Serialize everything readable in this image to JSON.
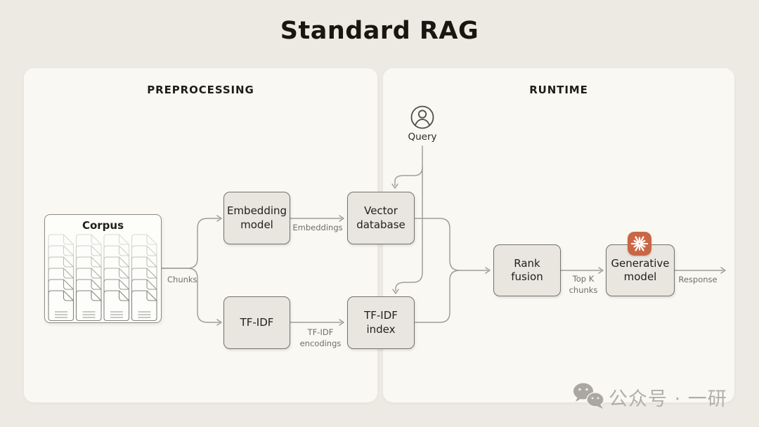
{
  "title": "Standard RAG",
  "panels": {
    "preprocessing": {
      "label": "PREPROCESSING"
    },
    "runtime": {
      "label": "RUNTIME"
    }
  },
  "nodes": {
    "corpus": {
      "label": "Corpus"
    },
    "embedding_model": {
      "lines": [
        "Embedding",
        "model"
      ]
    },
    "vector_database": {
      "lines": [
        "Vector",
        "database"
      ]
    },
    "tfidf": {
      "lines": [
        "TF-IDF"
      ]
    },
    "tfidf_index": {
      "lines": [
        "TF-IDF",
        "index"
      ]
    },
    "rank_fusion": {
      "lines": [
        "Rank",
        "fusion"
      ]
    },
    "generative_model": {
      "lines": [
        "Generative",
        "model"
      ]
    },
    "query": {
      "label": "Query"
    }
  },
  "edge_labels": {
    "chunks": "Chunks",
    "embeddings": "Embeddings",
    "tfidf_encodings": {
      "lines": [
        "TF-IDF",
        "encodings"
      ]
    },
    "topk": {
      "lines": [
        "Top K",
        "chunks"
      ]
    },
    "response": "Response"
  },
  "icons": {
    "query": "user-circle-icon",
    "generative_model_badge": "spark-icon",
    "corpus": "document-stack-icon",
    "watermark": "wechat-icon"
  },
  "watermark": {
    "text": "公众号 · 一研"
  },
  "colors": {
    "background": "#ECEAE3",
    "panel": "#F9F8F2",
    "box_fill": "#E8E6DF",
    "box_border": "#73726C",
    "line": "#A19F97",
    "accent_orange": "#C96647"
  }
}
